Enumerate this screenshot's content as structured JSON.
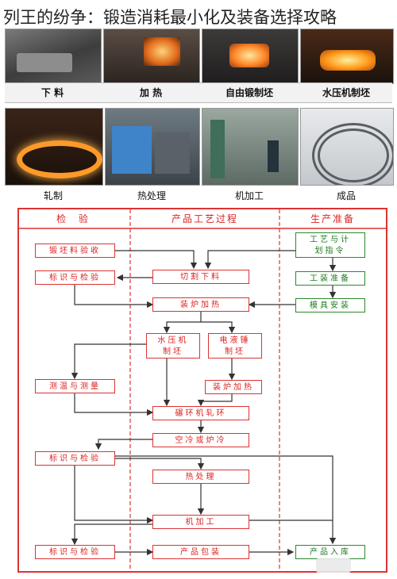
{
  "title": "列王的纷争：锻造消耗最小化及装备选择攻略",
  "process_row1": [
    {
      "label": "下 料",
      "icon": "ingots-photo"
    },
    {
      "label": "加 热",
      "icon": "furnace-heating-photo"
    },
    {
      "label": "自由锻制坯",
      "icon": "free-forging-photo"
    },
    {
      "label": "水压机制坯",
      "icon": "hydraulic-press-photo"
    }
  ],
  "process_row2": [
    {
      "label": "轧制",
      "icon": "ring-rolling-photo"
    },
    {
      "label": "热处理",
      "icon": "heat-treatment-photo"
    },
    {
      "label": "机加工",
      "icon": "machining-photo"
    },
    {
      "label": "成品",
      "icon": "finished-rings-photo"
    }
  ],
  "flowchart": {
    "columns": [
      "检 验",
      "产品工艺过程",
      "生产准备"
    ],
    "inspection": {
      "blank_acceptance": "锻坯料验收",
      "mark_inspect_1": "标识与检验",
      "temp_measure": "测温与测量",
      "mark_inspect_2": "标识与检验",
      "mark_inspect_3": "标识与检验"
    },
    "process": {
      "cutting": "切割下料",
      "furnace_heat_1": "装炉加热",
      "hydraulic_blank": "水压机\n制坯",
      "hammer_blank": "电液锤\n制坯",
      "furnace_heat_2": "装炉加热",
      "ring_rolling": "碾环机轧环",
      "cooling": "空冷或炉冷",
      "heat_treatment": "热处理",
      "machining": "机加工",
      "packaging": "产品包装"
    },
    "preparation": {
      "process_plan": "工艺与计\n划指令",
      "tooling": "工装准备",
      "die_install": "模具安装",
      "warehousing": "产品入库"
    }
  },
  "colors": {
    "frame": "#d33333",
    "prep": "#2a8a2a",
    "arrow": "#333333"
  }
}
